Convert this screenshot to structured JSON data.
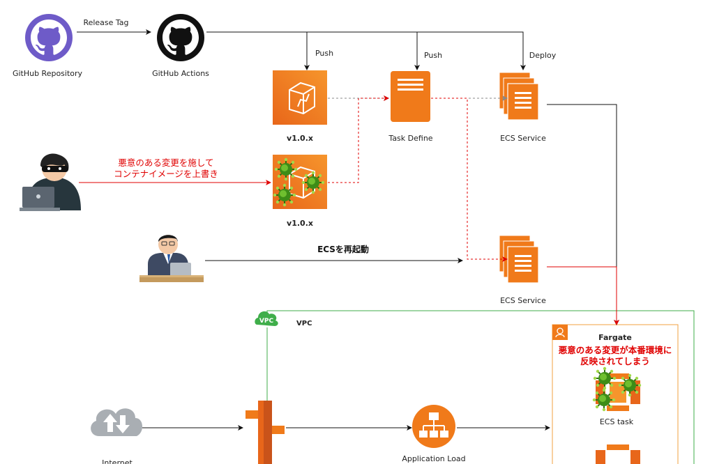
{
  "nodes": {
    "github_repository": "GitHub Repository",
    "github_actions": "GitHub Actions",
    "image_v1": "v1.0.x",
    "image_v1_infected": "v1.0.x",
    "task_define": "Task Define",
    "ecs_service_top": "ECS Service",
    "ecs_service_bottom": "ECS Service",
    "vpc": "VPC",
    "vpc_badge": "VPC",
    "fargate": "Fargate",
    "ecs_task": "ECS task",
    "internet": "Internet",
    "alb": "Application Load"
  },
  "edges": {
    "release_tag": "Release Tag",
    "push_1": "Push",
    "push_2": "Push",
    "deploy": "Deploy",
    "restart": "ECSを再起動"
  },
  "annotations": {
    "attack_line1": "悪意のある変更を施して",
    "attack_line2": "コンテナイメージを上書き",
    "result_line1": "悪意のある変更が本番環境に",
    "result_line2": "反映されてしまう"
  },
  "colors": {
    "aws_orange": "#f07a1a",
    "github_purple": "#6e5bc8",
    "vpc_green": "#3fae4a",
    "warning_red": "#e00000",
    "virus_green": "#3d8c17"
  },
  "icons": [
    "github-icon",
    "ecr-image-icon",
    "task-definition-icon",
    "ecs-service-icon",
    "hacker-icon",
    "developer-icon",
    "cloud-icon",
    "virus-icon",
    "vpc-icon",
    "fargate-icon",
    "alb-icon",
    "gateway-icon"
  ]
}
